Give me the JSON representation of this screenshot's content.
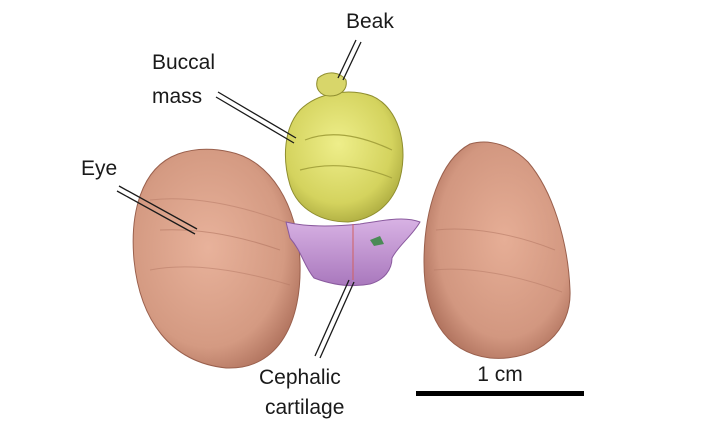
{
  "labels": {
    "beak": "Beak",
    "buccal_mass_line1": "Buccal",
    "buccal_mass_line2": "mass",
    "eye": "Eye",
    "cephalic_line1": "Cephalic",
    "cephalic_line2": "cartilage"
  },
  "scale_bar": {
    "label": "1 cm"
  },
  "colors": {
    "eye": "#d49a82",
    "eye_shadow": "#b87963",
    "buccal_mass": "#d9d86a",
    "buccal_shadow": "#a9a83e",
    "cartilage": "#c79ad6",
    "cartilage_shadow": "#9b6ab0",
    "leader_line": "#1a1a1a",
    "scale_bar": "#000000"
  },
  "icons": {
    "left_eye": "eye-model",
    "right_eye": "eye-model",
    "buccal_mass": "buccal-mass-model",
    "cartilage": "cephalic-cartilage-model"
  }
}
